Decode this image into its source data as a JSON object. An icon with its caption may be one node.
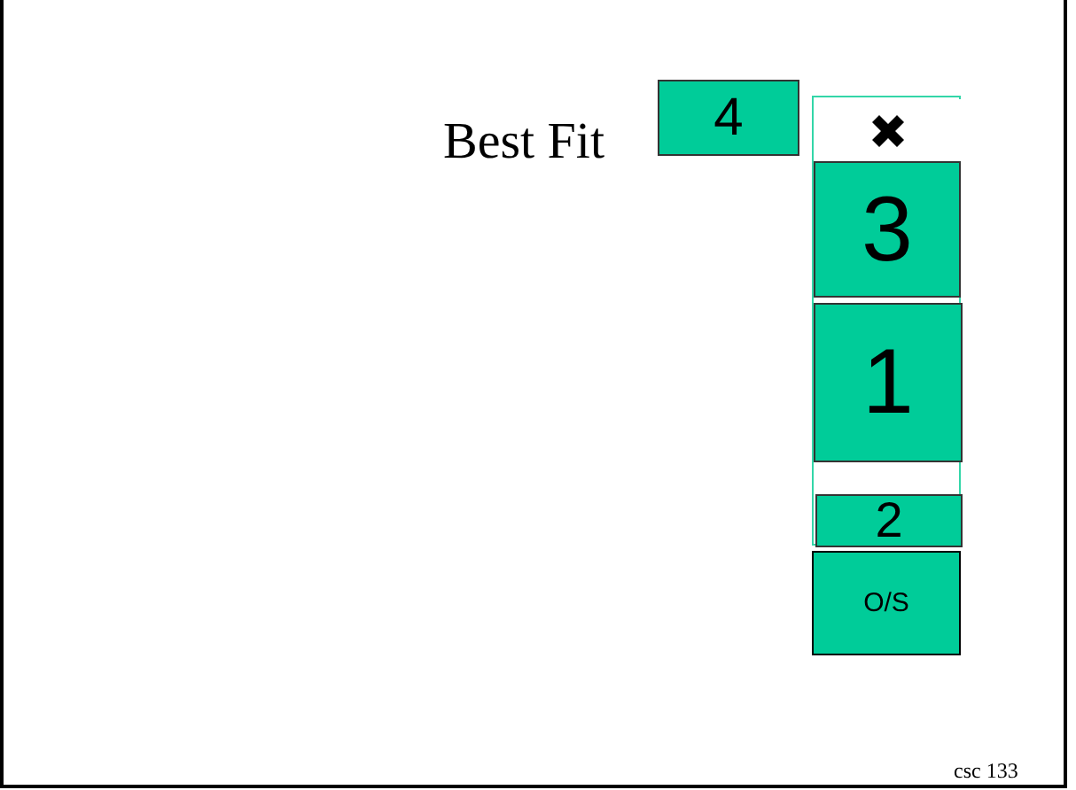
{
  "diagram": {
    "nodes": [
      {
        "text": [
          "4"
        ]
      },
      {
        "text": [],
        "shape": "box"
      },
      {
        "text": [],
        "shape": "box",
        "in": 1
      },
      {
        "text": [
          "3"
        ],
        "in": 1
      },
      {
        "text": [
          "1"
        ],
        "in": 1
      },
      {
        "text": [
          "2"
        ],
        "in": 1
      },
      {
        "text": [
          "O/S"
        ]
      }
    ],
    "labels": [
      "Best Fit",
      "csc 133"
    ]
  }
}
